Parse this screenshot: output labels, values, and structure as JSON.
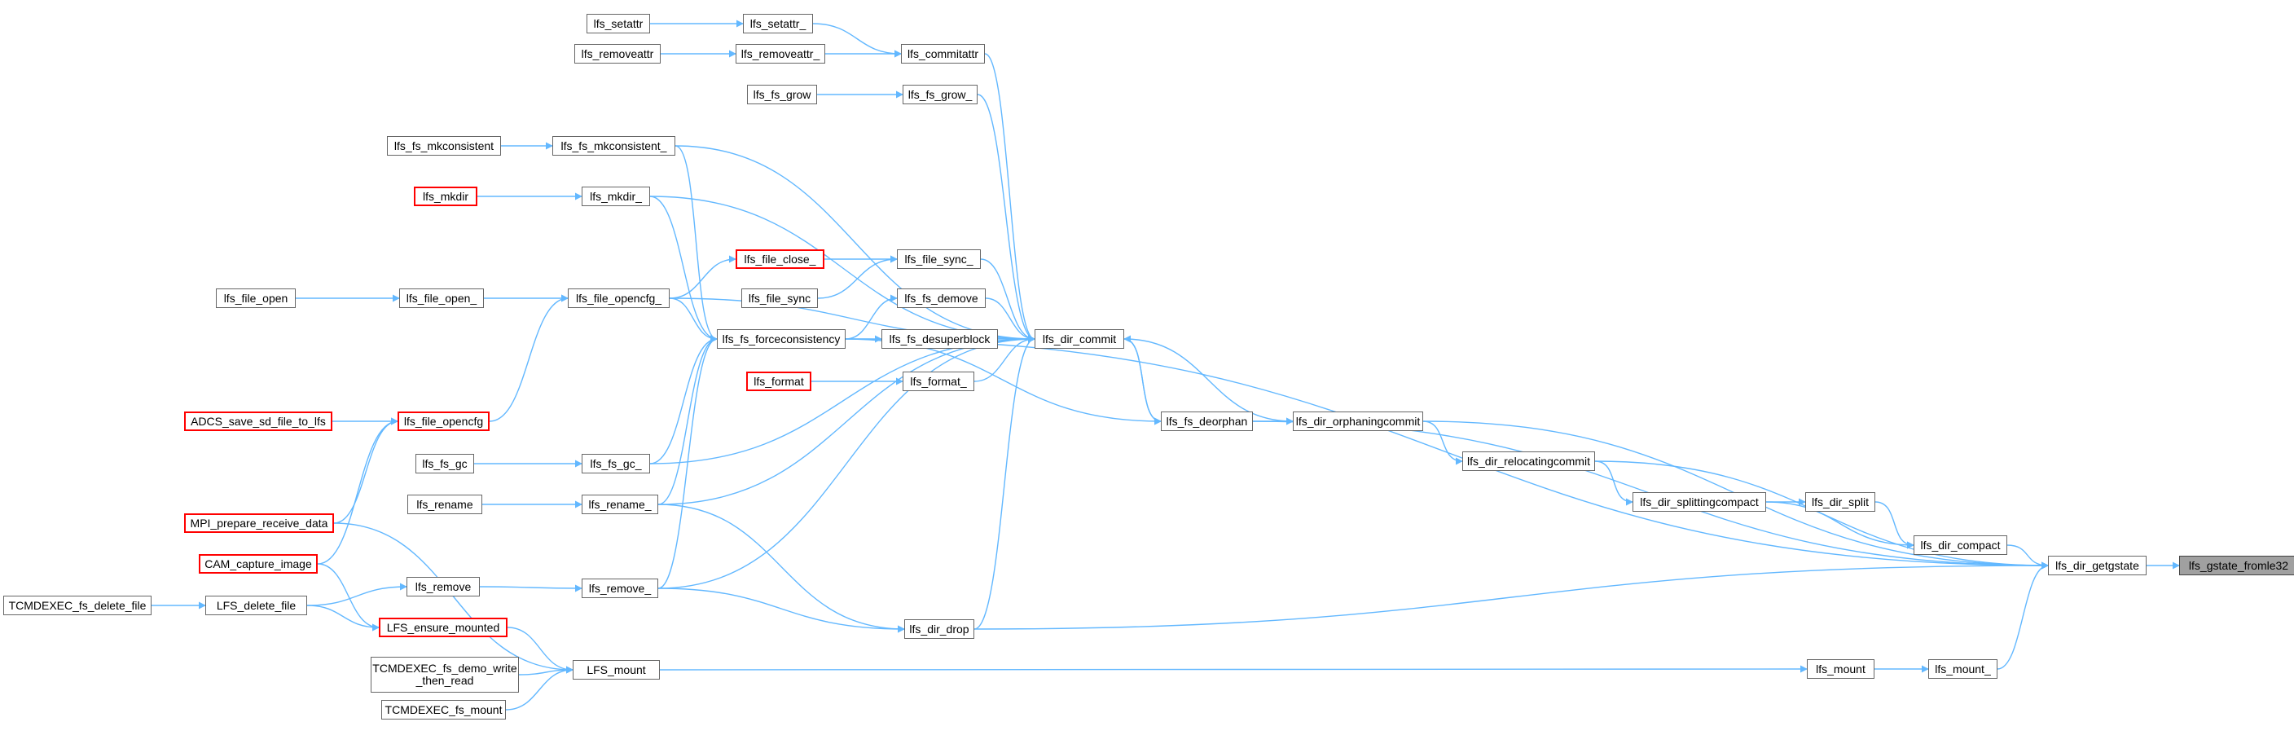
{
  "graph": {
    "edge_color": "#63b8ff",
    "node_border_color": "#666666",
    "truncated_border_color": "#ff0000",
    "focus_fill_color": "#a0a0a0",
    "nodes": [
      {
        "id": "lfs_gstate_fromle32",
        "label": "lfs_gstate_fromle32",
        "focus": true,
        "truncated": false
      },
      {
        "id": "lfs_dir_getgstate",
        "label": "lfs_dir_getgstate",
        "truncated": false
      },
      {
        "id": "lfs_dir_orphaningcommit",
        "label": "lfs_dir_orphaningcommit",
        "truncated": false
      },
      {
        "id": "lfs_dir_relocatingcommit",
        "label": "lfs_dir_relocatingcommit",
        "truncated": false
      },
      {
        "id": "lfs_dir_splittingcompact",
        "label": "lfs_dir_splittingcompact",
        "truncated": false
      },
      {
        "id": "lfs_dir_split",
        "label": "lfs_dir_split",
        "truncated": false
      },
      {
        "id": "lfs_dir_compact",
        "label": "lfs_dir_compact",
        "truncated": false
      },
      {
        "id": "lfs_mount_",
        "label": "lfs_mount_",
        "truncated": false
      },
      {
        "id": "lfs_mount",
        "label": "lfs_mount",
        "truncated": false
      },
      {
        "id": "lfs_dir_commit",
        "label": "lfs_dir_commit",
        "truncated": false
      },
      {
        "id": "lfs_fs_deorphan",
        "label": "lfs_fs_deorphan",
        "truncated": false
      },
      {
        "id": "lfs_dir_drop",
        "label": "lfs_dir_drop",
        "truncated": false
      },
      {
        "id": "lfs_commitattr",
        "label": "lfs_commitattr",
        "truncated": false
      },
      {
        "id": "lfs_setattr_",
        "label": "lfs_setattr_",
        "truncated": false
      },
      {
        "id": "lfs_setattr",
        "label": "lfs_setattr",
        "truncated": false
      },
      {
        "id": "lfs_removeattr_",
        "label": "lfs_removeattr_",
        "truncated": false
      },
      {
        "id": "lfs_removeattr",
        "label": "lfs_removeattr",
        "truncated": false
      },
      {
        "id": "lfs_fs_grow_",
        "label": "lfs_fs_grow_",
        "truncated": false
      },
      {
        "id": "lfs_fs_grow",
        "label": "lfs_fs_grow",
        "truncated": false
      },
      {
        "id": "lfs_fs_mkconsistent_",
        "label": "lfs_fs_mkconsistent_",
        "truncated": false
      },
      {
        "id": "lfs_fs_mkconsistent",
        "label": "lfs_fs_mkconsistent",
        "truncated": false
      },
      {
        "id": "lfs_mkdir_",
        "label": "lfs_mkdir_",
        "truncated": false
      },
      {
        "id": "lfs_mkdir",
        "label": "lfs_mkdir",
        "truncated": true
      },
      {
        "id": "lfs_file_sync_",
        "label": "lfs_file_sync_",
        "truncated": false
      },
      {
        "id": "lfs_file_close_",
        "label": "lfs_file_close_",
        "truncated": true
      },
      {
        "id": "lfs_file_sync",
        "label": "lfs_file_sync",
        "truncated": false
      },
      {
        "id": "lfs_file_opencfg_",
        "label": "lfs_file_opencfg_",
        "truncated": false
      },
      {
        "id": "lfs_file_open_",
        "label": "lfs_file_open_",
        "truncated": false
      },
      {
        "id": "lfs_file_open",
        "label": "lfs_file_open",
        "truncated": false
      },
      {
        "id": "lfs_fs_demove",
        "label": "lfs_fs_demove",
        "truncated": false
      },
      {
        "id": "lfs_fs_forceconsistency",
        "label": "lfs_fs_forceconsistency",
        "truncated": false
      },
      {
        "id": "lfs_fs_desuperblock",
        "label": "lfs_fs_desuperblock",
        "truncated": false
      },
      {
        "id": "lfs_format_",
        "label": "lfs_format_",
        "truncated": false
      },
      {
        "id": "lfs_format",
        "label": "lfs_format",
        "truncated": true
      },
      {
        "id": "lfs_file_opencfg",
        "label": "lfs_file_opencfg",
        "truncated": true
      },
      {
        "id": "ADCS_save_sd_file_to_lfs",
        "label": "ADCS_save_sd_file_to_lfs",
        "truncated": true
      },
      {
        "id": "lfs_fs_gc_",
        "label": "lfs_fs_gc_",
        "truncated": false
      },
      {
        "id": "lfs_fs_gc",
        "label": "lfs_fs_gc",
        "truncated": false
      },
      {
        "id": "lfs_rename_",
        "label": "lfs_rename_",
        "truncated": false
      },
      {
        "id": "lfs_rename",
        "label": "lfs_rename",
        "truncated": false
      },
      {
        "id": "MPI_prepare_receive_data",
        "label": "MPI_prepare_receive_data",
        "truncated": true
      },
      {
        "id": "CAM_capture_image",
        "label": "CAM_capture_image",
        "truncated": true
      },
      {
        "id": "lfs_remove",
        "label": "lfs_remove",
        "truncated": false
      },
      {
        "id": "lfs_remove_",
        "label": "lfs_remove_",
        "truncated": false
      },
      {
        "id": "LFS_delete_file",
        "label": "LFS_delete_file",
        "truncated": false
      },
      {
        "id": "TCMDEXEC_fs_delete_file",
        "label": "TCMDEXEC_fs_delete_file",
        "truncated": false
      },
      {
        "id": "LFS_ensure_mounted",
        "label": "LFS_ensure_mounted",
        "truncated": true
      },
      {
        "id": "LFS_mount",
        "label": "LFS_mount",
        "truncated": false
      },
      {
        "id": "TCMDEXEC_fs_demo_write_then_read",
        "label": "TCMDEXEC_fs_demo_write\n_then_read",
        "truncated": false
      },
      {
        "id": "TCMDEXEC_fs_mount",
        "label": "TCMDEXEC_fs_mount",
        "truncated": false
      }
    ],
    "edges": [
      [
        "lfs_dir_getgstate",
        "lfs_gstate_fromle32"
      ],
      [
        "lfs_dir_orphaningcommit",
        "lfs_dir_getgstate"
      ],
      [
        "lfs_dir_relocatingcommit",
        "lfs_dir_getgstate"
      ],
      [
        "lfs_dir_compact",
        "lfs_dir_getgstate"
      ],
      [
        "lfs_mount_",
        "lfs_dir_getgstate"
      ],
      [
        "lfs_fs_deorphan",
        "lfs_dir_getgstate"
      ],
      [
        "lfs_dir_drop",
        "lfs_dir_getgstate"
      ],
      [
        "lfs_fs_forceconsistency",
        "lfs_dir_getgstate"
      ],
      [
        "lfs_dir_orphaningcommit",
        "lfs_dir_relocatingcommit"
      ],
      [
        "lfs_dir_relocatingcommit",
        "lfs_dir_splittingcompact"
      ],
      [
        "lfs_dir_splittingcompact",
        "lfs_dir_split"
      ],
      [
        "lfs_dir_splittingcompact",
        "lfs_dir_compact"
      ],
      [
        "lfs_dir_split",
        "lfs_dir_compact"
      ],
      [
        "lfs_mount",
        "lfs_mount_"
      ],
      [
        "lfs_dir_commit",
        "lfs_dir_orphaningcommit"
      ],
      [
        "lfs_fs_deorphan",
        "lfs_dir_orphaningcommit"
      ],
      [
        "lfs_fs_deorphan",
        "lfs_dir_commit"
      ],
      [
        "lfs_dir_commit",
        "lfs_fs_deorphan"
      ],
      [
        "lfs_fs_forceconsistency",
        "lfs_fs_deorphan"
      ],
      [
        "lfs_dir_drop",
        "lfs_dir_commit"
      ],
      [
        "lfs_commitattr",
        "lfs_dir_commit"
      ],
      [
        "lfs_setattr_",
        "lfs_commitattr"
      ],
      [
        "lfs_setattr",
        "lfs_setattr_"
      ],
      [
        "lfs_removeattr_",
        "lfs_commitattr"
      ],
      [
        "lfs_removeattr",
        "lfs_removeattr_"
      ],
      [
        "lfs_fs_grow_",
        "lfs_dir_commit"
      ],
      [
        "lfs_fs_grow",
        "lfs_fs_grow_"
      ],
      [
        "lfs_fs_mkconsistent_",
        "lfs_dir_commit"
      ],
      [
        "lfs_fs_mkconsistent",
        "lfs_fs_mkconsistent_"
      ],
      [
        "lfs_fs_mkconsistent_",
        "lfs_fs_forceconsistency"
      ],
      [
        "lfs_mkdir_",
        "lfs_dir_commit"
      ],
      [
        "lfs_mkdir",
        "lfs_mkdir_"
      ],
      [
        "lfs_mkdir_",
        "lfs_fs_forceconsistency"
      ],
      [
        "lfs_file_sync_",
        "lfs_dir_commit"
      ],
      [
        "lfs_file_close_",
        "lfs_file_sync_"
      ],
      [
        "lfs_file_sync",
        "lfs_file_sync_"
      ],
      [
        "lfs_file_opencfg_",
        "lfs_dir_commit"
      ],
      [
        "lfs_file_opencfg_",
        "lfs_file_close_"
      ],
      [
        "lfs_file_opencfg_",
        "lfs_fs_forceconsistency"
      ],
      [
        "lfs_file_open_",
        "lfs_file_opencfg_"
      ],
      [
        "lfs_file_open",
        "lfs_file_open_"
      ],
      [
        "lfs_file_opencfg",
        "lfs_file_opencfg_"
      ],
      [
        "lfs_fs_demove",
        "lfs_dir_commit"
      ],
      [
        "lfs_fs_forceconsistency",
        "lfs_fs_demove"
      ],
      [
        "lfs_fs_forceconsistency",
        "lfs_fs_desuperblock"
      ],
      [
        "lfs_fs_desuperblock",
        "lfs_dir_commit"
      ],
      [
        "lfs_format_",
        "lfs_dir_commit"
      ],
      [
        "lfs_format",
        "lfs_format_"
      ],
      [
        "ADCS_save_sd_file_to_lfs",
        "lfs_file_opencfg"
      ],
      [
        "MPI_prepare_receive_data",
        "lfs_file_opencfg"
      ],
      [
        "CAM_capture_image",
        "lfs_file_opencfg"
      ],
      [
        "MPI_prepare_receive_data",
        "LFS_mount"
      ],
      [
        "lfs_fs_gc_",
        "lfs_dir_commit"
      ],
      [
        "lfs_fs_gc_",
        "lfs_fs_forceconsistency"
      ],
      [
        "lfs_fs_gc",
        "lfs_fs_gc_"
      ],
      [
        "lfs_rename_",
        "lfs_dir_commit"
      ],
      [
        "lfs_rename_",
        "lfs_fs_forceconsistency"
      ],
      [
        "lfs_rename_",
        "lfs_dir_drop"
      ],
      [
        "lfs_rename",
        "lfs_rename_"
      ],
      [
        "lfs_remove_",
        "lfs_dir_commit"
      ],
      [
        "lfs_remove_",
        "lfs_fs_forceconsistency"
      ],
      [
        "lfs_remove_",
        "lfs_dir_drop"
      ],
      [
        "lfs_remove",
        "lfs_remove_"
      ],
      [
        "LFS_delete_file",
        "lfs_remove"
      ],
      [
        "LFS_delete_file",
        "LFS_ensure_mounted"
      ],
      [
        "TCMDEXEC_fs_delete_file",
        "LFS_delete_file"
      ],
      [
        "CAM_capture_image",
        "LFS_ensure_mounted"
      ],
      [
        "LFS_ensure_mounted",
        "LFS_mount"
      ],
      [
        "LFS_mount",
        "lfs_mount"
      ],
      [
        "TCMDEXEC_fs_demo_write_then_read",
        "LFS_mount"
      ],
      [
        "TCMDEXEC_fs_mount",
        "LFS_mount"
      ]
    ]
  }
}
